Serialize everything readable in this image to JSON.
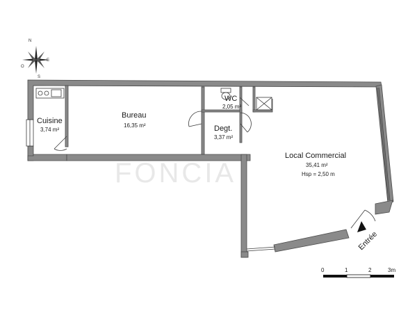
{
  "rooms": {
    "cuisine": {
      "name": "Cuisine",
      "area": "3,74 m²"
    },
    "bureau": {
      "name": "Bureau",
      "area": "16,35 m²"
    },
    "wc": {
      "name": "WC",
      "area": "2,05 m²"
    },
    "degt": {
      "name": "Degt.",
      "area": "3,37 m²"
    },
    "local": {
      "name": "Local Commercial",
      "area": "35,41 m²",
      "height": "Hsp = 2,50 m"
    }
  },
  "entrance": {
    "label": "Entrée"
  },
  "compass": {
    "north": "N",
    "east": "E",
    "south": "S",
    "west": "O"
  },
  "scale": {
    "ticks": [
      "0",
      "1",
      "2",
      "3m"
    ]
  },
  "watermark": {
    "text": "FONCIA"
  },
  "colors": {
    "wall": "#8a8a8a",
    "line": "#3a3a3a"
  }
}
